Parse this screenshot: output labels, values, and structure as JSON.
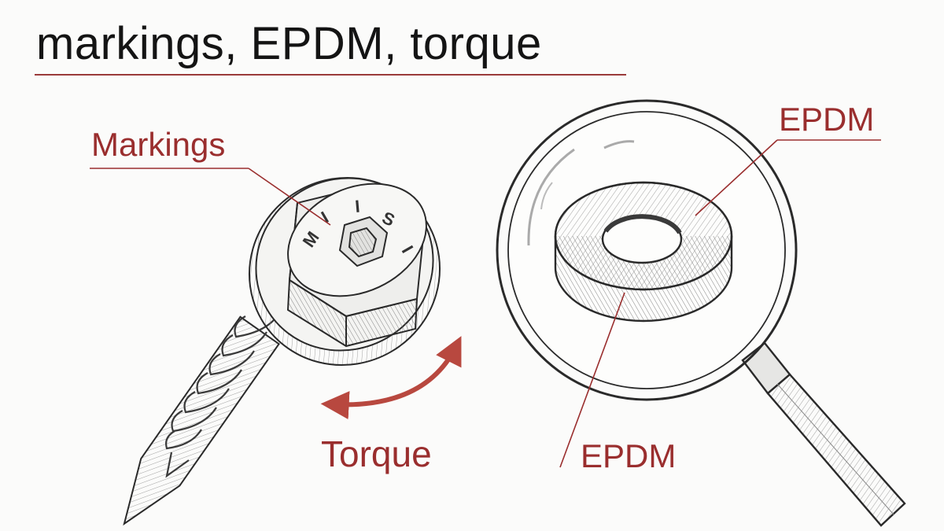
{
  "title": "markings, EPDM, torque",
  "labels": {
    "markings": "Markings",
    "torque": "Torque",
    "epdm_top": "EPDM",
    "epdm_bottom": "EPDM"
  },
  "head_marks": [
    "M",
    "I",
    "I",
    "S",
    "I"
  ],
  "colors": {
    "accent": "#9a2e2e",
    "ink": "#2a2a2a",
    "paper": "#fbfbfa"
  }
}
